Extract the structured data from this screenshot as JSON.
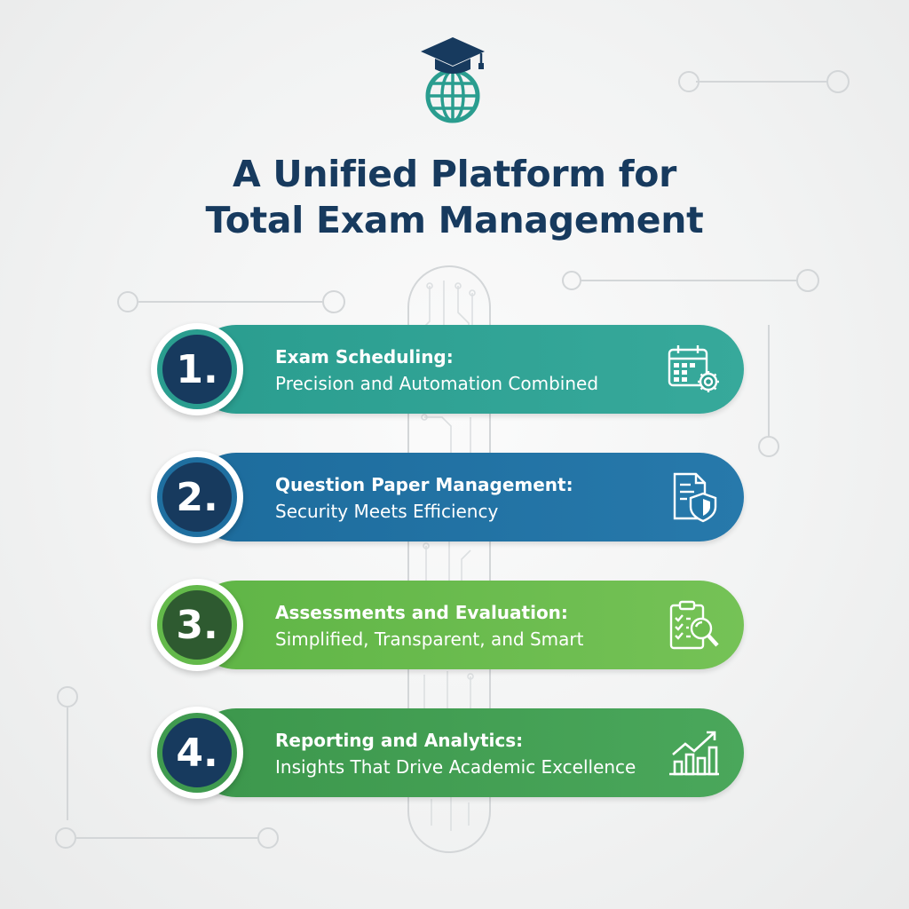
{
  "title": {
    "line1": "A Unified Platform for",
    "line2": "Total Exam Management"
  },
  "logo": {
    "icon": "graduation-cap-globe-icon",
    "colors": [
      "#173a5e",
      "#2a9d8f"
    ]
  },
  "steps": [
    {
      "number": "1.",
      "heading": "Exam Scheduling:",
      "subtitle": "Precision and Automation Combined",
      "icon": "calendar-gear-icon",
      "pill_colors": [
        "#2a9d8f",
        "#34a89a"
      ],
      "badge_fill": "#173a5e",
      "badge_border": "#2a9d8f"
    },
    {
      "number": "2.",
      "heading": "Question Paper Management:",
      "subtitle": "Security Meets Efficiency",
      "icon": "document-shield-icon",
      "pill_colors": [
        "#1f6fa0",
        "#2779ab"
      ],
      "badge_fill": "#173a5e",
      "badge_border": "#1f6fa0"
    },
    {
      "number": "3.",
      "heading": "Assessments and Evaluation:",
      "subtitle": "Simplified, Transparent, and Smart",
      "icon": "clipboard-magnifier-icon",
      "pill_colors": [
        "#63b94a",
        "#74c255"
      ],
      "badge_fill": "#2e5a30",
      "badge_border": "#63b94a"
    },
    {
      "number": "4.",
      "heading": "Reporting and Analytics:",
      "subtitle": "Insights That Drive Academic Excellence",
      "icon": "bar-chart-trend-icon",
      "pill_colors": [
        "#3f9a4f",
        "#49a65a"
      ],
      "badge_fill": "#173a5e",
      "badge_border": "#3f9a4f"
    }
  ]
}
